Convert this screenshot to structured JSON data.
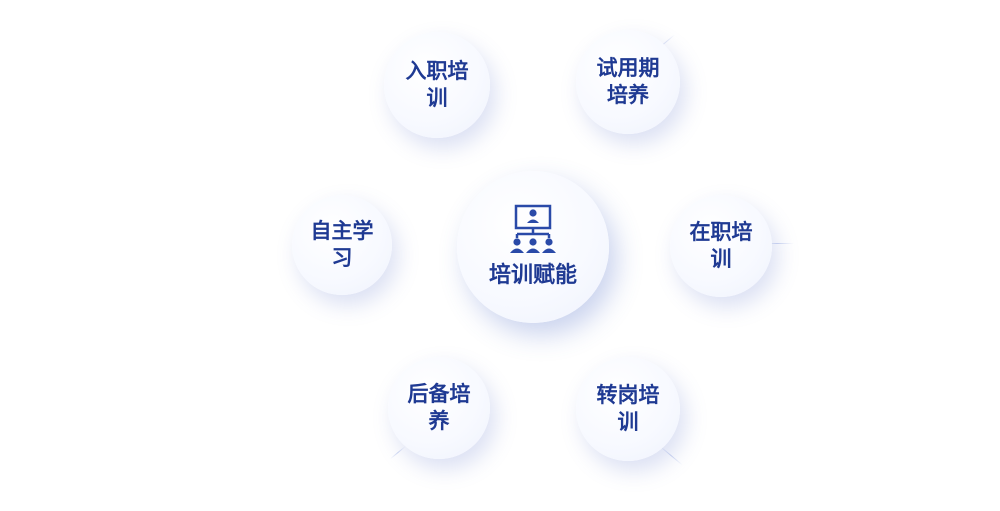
{
  "center": {
    "label": "培训赋能",
    "icon": "presentation-org-chart-icon"
  },
  "nodes": [
    {
      "id": "n1",
      "label": "入职培训"
    },
    {
      "id": "n2",
      "label": "试用期培养"
    },
    {
      "id": "n3",
      "label": "自主学习"
    },
    {
      "id": "n4",
      "label": "在职培训"
    },
    {
      "id": "n5",
      "label": "后备培养"
    },
    {
      "id": "n6",
      "label": "转岗培训"
    }
  ],
  "colors": {
    "text": "#1f3a93",
    "icon": "#2a4aa8",
    "background": "#ffffff"
  }
}
